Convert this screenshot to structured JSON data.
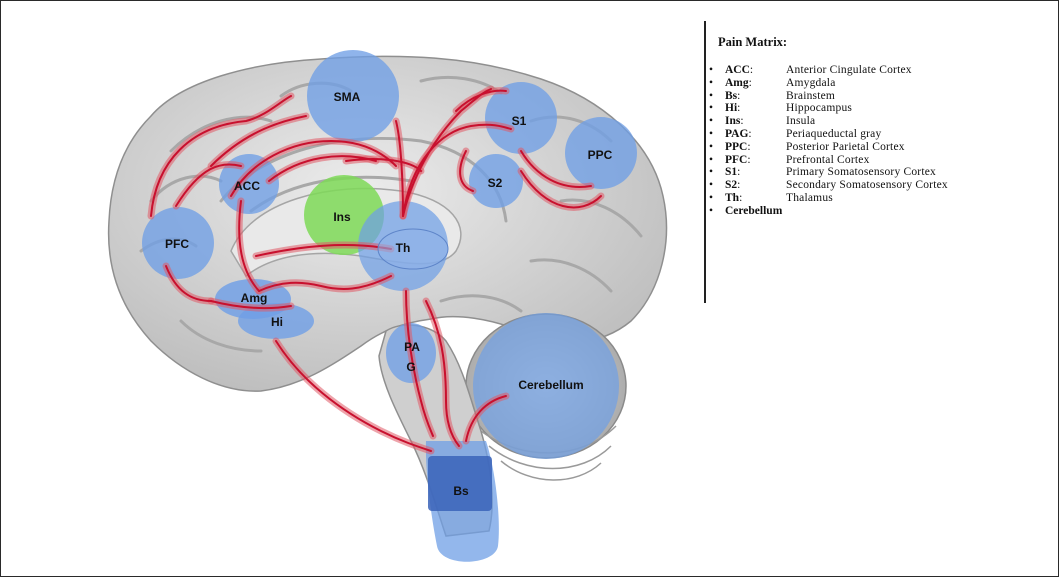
{
  "legend": {
    "title": "Pain Matrix:",
    "bullet": "•",
    "items": [
      {
        "abbr": "ACC",
        "desc": "Anterior Cingulate Cortex"
      },
      {
        "abbr": "Amg",
        "desc": "Amygdala"
      },
      {
        "abbr": "Bs",
        "desc": "Brainstem"
      },
      {
        "abbr": "Hi",
        "desc": "Hippocampus"
      },
      {
        "abbr": "Ins",
        "desc": "Insula"
      },
      {
        "abbr": "PAG",
        "desc": "Periaqueductal gray"
      },
      {
        "abbr": "PPC",
        "desc": "Posterior Parietal Cortex"
      },
      {
        "abbr": "PFC",
        "desc": "Prefrontal Cortex"
      },
      {
        "abbr": "S1",
        "desc": "Primary Somatosensory Cortex"
      },
      {
        "abbr": "S2",
        "desc": "Secondary Somatosensory Cortex"
      },
      {
        "abbr": "Th",
        "desc": "Thalamus"
      },
      {
        "abbr": "Cerebellum",
        "desc": ""
      }
    ]
  },
  "regions": {
    "sma": "SMA",
    "s1": "S1",
    "ppc": "PPC",
    "s2": "S2",
    "acc": "ACC",
    "ins": "Ins",
    "th": "Th",
    "pfc": "PFC",
    "amg": "Amg",
    "hi": "Hi",
    "pag_line1": "PA",
    "pag_line2": "G",
    "cerebellum": "Cerebellum",
    "bs": "Bs"
  },
  "colors": {
    "region_fill": "#6f9fe6",
    "insula_fill": "#7ed957",
    "brainstem_dark": "#3a63b8",
    "pathway_glow": "#e05a66",
    "pathway_core": "#c8102e",
    "brain_gray": "#d9d9d9"
  }
}
